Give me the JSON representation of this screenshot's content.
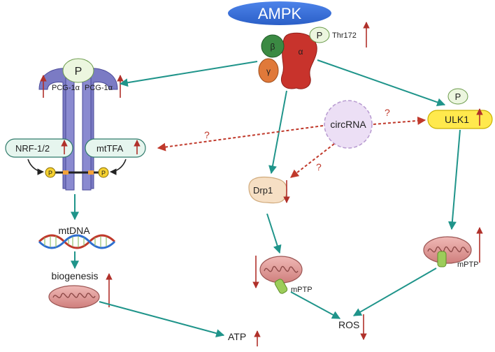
{
  "nodes": {
    "ampk": "AMPK",
    "beta": "β",
    "alpha": "α",
    "gamma": "γ",
    "p": "P",
    "thr172": "Thr172",
    "pcg_left": "PCG-1α",
    "pcg_right": "PCG-1α",
    "nrf": "NRF-1/2",
    "mttfa": "mtTFA",
    "circrna": "circRNA",
    "ulk1": "ULK1",
    "drp1": "Drp1",
    "mtdna": "mtDNA",
    "biogenesis": "biogenesis",
    "mptp": "mPTP",
    "ros": "ROS",
    "atp": "ATP",
    "question": "?"
  },
  "colors": {
    "ampk_blue": "#3a6fd8",
    "receptor_purple": "#7b7bc4",
    "teal_arrow": "#1f948a",
    "red_arrow": "#b0302a",
    "ulk1_yellow": "#ffe94d",
    "mito_pink": "#e6a4a4",
    "circ_lilac": "#d9c3e8"
  }
}
